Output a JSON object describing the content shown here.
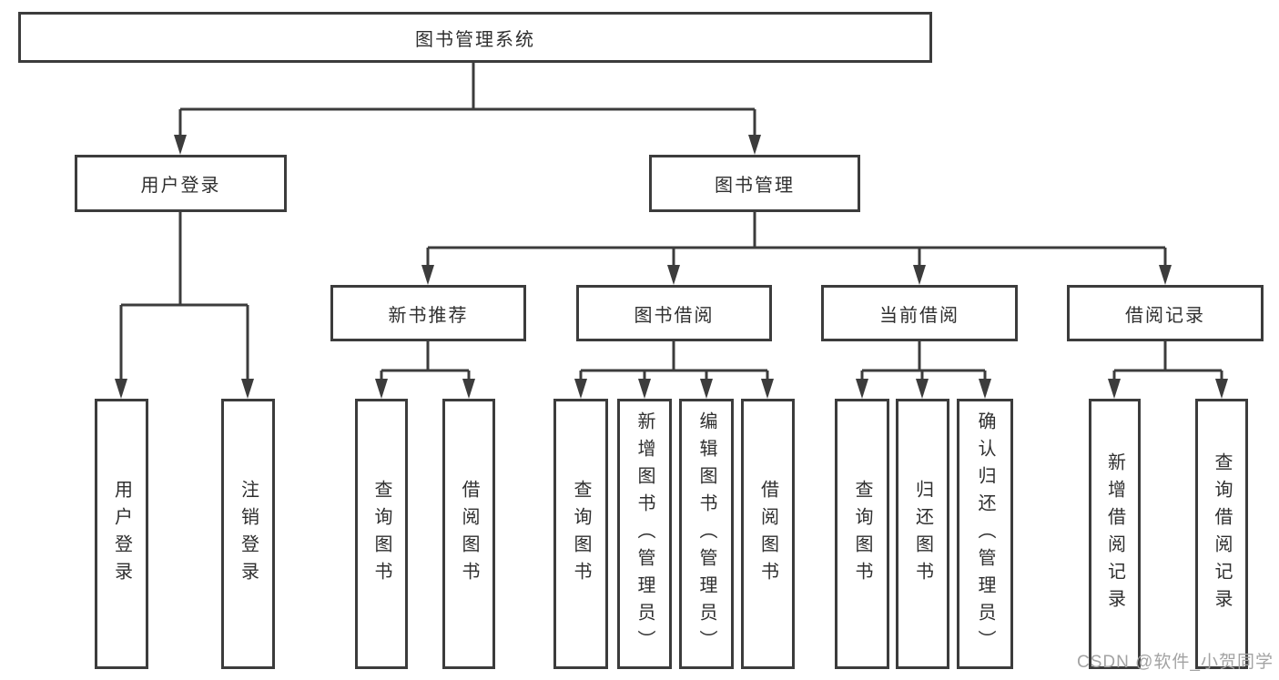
{
  "title": "图书管理系统",
  "branches": {
    "user_login": {
      "label": "用户登录",
      "children": [
        "用户登录",
        "注销登录"
      ]
    },
    "book_mgmt": {
      "label": "图书管理",
      "sections": {
        "new_book_rec": {
          "label": "新书推荐",
          "children": [
            "查询图书",
            "借阅图书"
          ]
        },
        "book_borrow": {
          "label": "图书借阅",
          "children": [
            "查询图书",
            "新增图书（管理员）",
            "编辑图书（管理员）",
            "借阅图书"
          ]
        },
        "current_borrow": {
          "label": "当前借阅",
          "children": [
            "查询图书",
            "归还图书",
            "确认归还（管理员）"
          ]
        },
        "borrow_record": {
          "label": "借阅记录",
          "children": [
            "新增借阅记录",
            "查询借阅记录"
          ]
        }
      }
    }
  },
  "watermark": "CSDN @软件_小贺同学",
  "colors": {
    "line": "#3c3c3c",
    "text": "#2f2f2f",
    "watermark": "#a3a3a3",
    "background": "#ffffff"
  }
}
